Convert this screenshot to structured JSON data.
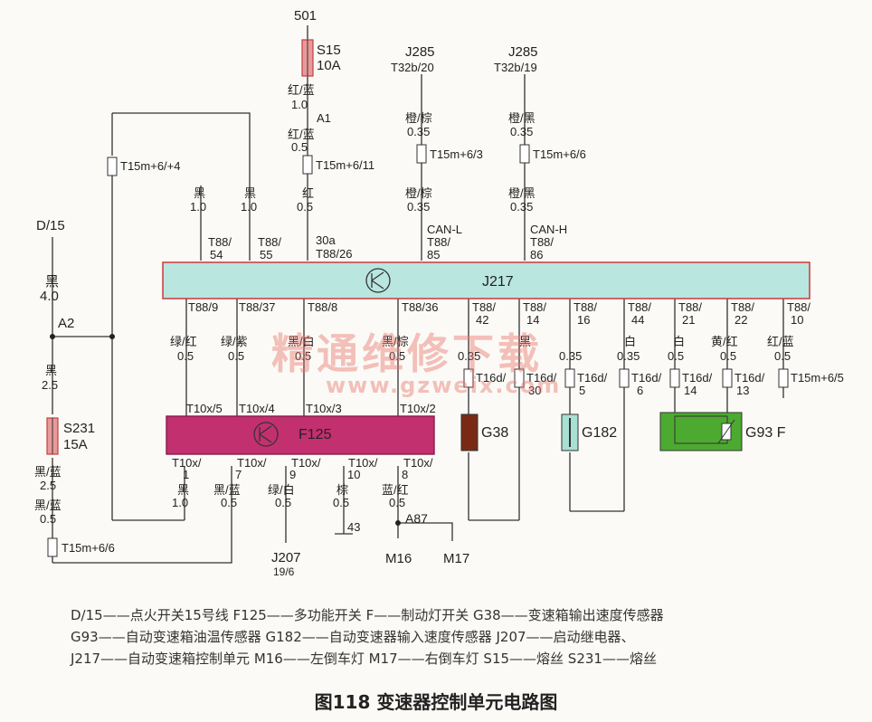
{
  "colors": {
    "j217_fill": "#b9e6df",
    "j217_border": "#cc4444",
    "f125_fill": "#c2306f",
    "fuse_fill": "#e89a9a",
    "g38_fill": "#7a2a14",
    "g182_fill": "#a8e0d2",
    "g93_fill": "#4caa30",
    "wire": "#333333"
  },
  "labels": {
    "top_501": "501",
    "s15_name": "S15",
    "s15_rating": "10A",
    "w_rb1_color": "红/蓝",
    "w_rb1_size": "1.0",
    "a1": "A1",
    "w_rb2_color": "红/蓝",
    "w_rb2_size": "0.5",
    "c_t15m_11": "T15m+6/11",
    "w_red_color": "红",
    "w_red_size": "0.5",
    "pin_30a": "30a",
    "pin_t88_26": "T88/26",
    "j285a_name": "J285",
    "j285a_pin": "T32b/20",
    "w_ob1_color": "橙/棕",
    "w_ob1_size": "0.35",
    "c_t15m_3": "T15m+6/3",
    "w_ob2_color": "橙/棕",
    "w_ob2_size": "0.35",
    "can_l": "CAN-L",
    "pin_t88_85a": "T88/",
    "pin_t88_85b": "85",
    "j285b_name": "J285",
    "j285b_pin": "T32b/19",
    "w_ok1_color": "橙/黑",
    "w_ok1_size": "0.35",
    "c_t15m_6": "T15m+6/6",
    "w_ok2_color": "橙/黑",
    "w_ok2_size": "0.35",
    "can_h": "CAN-H",
    "pin_t88_86a": "T88/",
    "pin_t88_86b": "86",
    "c_t15m_4": "T15m+6/+4",
    "w_blk1_color": "黑",
    "w_blk1_size": "1.0",
    "w_blk2_color": "黑",
    "w_blk2_size": "1.0",
    "pin_t88_54a": "T88/",
    "pin_t88_54b": "54",
    "pin_t88_55a": "T88/",
    "pin_t88_55b": "55",
    "d15": "D/15",
    "w_blk3_color": "黑",
    "w_blk3_size": "4.0",
    "a2": "A2",
    "w_blk4_color": "黑",
    "w_blk4_size": "2.5",
    "s231_name": "S231",
    "s231_rating": "15A",
    "w_bb1_color": "黑/蓝",
    "w_bb1_size": "2.5",
    "w_bb2_color": "黑/蓝",
    "w_bb2_size": "0.5",
    "c_t15m_6b": "T15m+6/6",
    "j217": "J217",
    "f125": "F125",
    "pin_t88_9": "T88/9",
    "pin_t88_37": "T88/37",
    "pin_t88_8": "T88/8",
    "pin_t88_36": "T88/36",
    "pin_t88_42a": "T88/",
    "pin_t88_42b": "42",
    "pin_t88_14a": "T88/",
    "pin_t88_14b": "14",
    "pin_t88_16a": "T88/",
    "pin_t88_16b": "16",
    "pin_t88_44a": "T88/",
    "pin_t88_44b": "44",
    "pin_t88_21a": "T88/",
    "pin_t88_21b": "21",
    "pin_t88_22a": "T88/",
    "pin_t88_22b": "22",
    "pin_t88_10a": "T88/",
    "pin_t88_10b": "10",
    "w_gr_color": "绿/红",
    "w_gr_size": "0.5",
    "w_gv_color": "绿/紫",
    "w_gv_size": "0.5",
    "w_bw_color": "黑/白",
    "w_bw_size": "0.5",
    "w_bz_color": "黑/棕",
    "w_bz_size": "0.5",
    "w_42_size": "0.35",
    "w_14_color": "黑",
    "w_16_size": "0.35",
    "w_44_color": "白",
    "w_44_size": "0.35",
    "w_21_color": "白",
    "w_21_size": "0.5",
    "w_22_color": "黄/红",
    "w_22_size": "0.5",
    "w_10_color": "红/蓝",
    "w_10_size": "0.5",
    "pin_t10x_5": "T10x/5",
    "pin_t10x_4": "T10x/4",
    "pin_t10x_3": "T10x/3",
    "pin_t10x_2": "T10x/2",
    "pin_t16d_a": "T16d/",
    "pin_t16d_b": "T16d/",
    "pin_t16d_bn": "30",
    "pin_t16d_c": "T16d/",
    "pin_t16d_cn": "5",
    "pin_t16d_d": "T16d/",
    "pin_t16d_dn": "6",
    "pin_t16d_e": "T16d/",
    "pin_t16d_en": "14",
    "pin_t16d_f": "T16d/",
    "pin_t16d_fn": "13",
    "c_t15m_5": "T15m+6/5",
    "g38": "G38",
    "g182": "G182",
    "g93": "G93 F",
    "pin_t10x_1a": "T10x/",
    "pin_t10x_1b": "1",
    "pin_t10x_7a": "T10x/",
    "pin_t10x_7b": "7",
    "pin_t10x_9a": "T10x/",
    "pin_t10x_9b": "9",
    "pin_t10x_10a": "T10x/",
    "pin_t10x_10b": "10",
    "pin_t10x_8a": "T10x/",
    "pin_t10x_8b": "8",
    "w_b1_color": "黑",
    "w_b1_size": "1.0",
    "w_bb3_color": "黑/蓝",
    "w_bb3_size": "0.5",
    "w_gw_color": "绿/白",
    "w_gw_size": "0.5",
    "w_brn_color": "棕",
    "w_brn_size": "0.5",
    "w_br_color": "蓝/红",
    "w_br_size": "0.5",
    "ground_43": "43",
    "a87": "A87",
    "j207": "J207",
    "j207_sub": "19/6",
    "m16": "M16",
    "m17": "M17"
  },
  "watermark": {
    "main": "精通维修下载",
    "url": "www.gzweix.com"
  },
  "legend": {
    "line1": "D/15——点火开关15号线  F125——多功能开关  F——制动灯开关  G38——变速箱输出速度传感器",
    "line2": "G93——自动变速箱油温传感器  G182——自动变速器输入速度传感器  J207——启动继电器、",
    "line3": "J217——自动变速箱控制单元  M16——左倒车灯  M17——右倒车灯  S15——熔丝  S231——熔丝"
  },
  "caption": "图118  变速器控制单元电路图"
}
